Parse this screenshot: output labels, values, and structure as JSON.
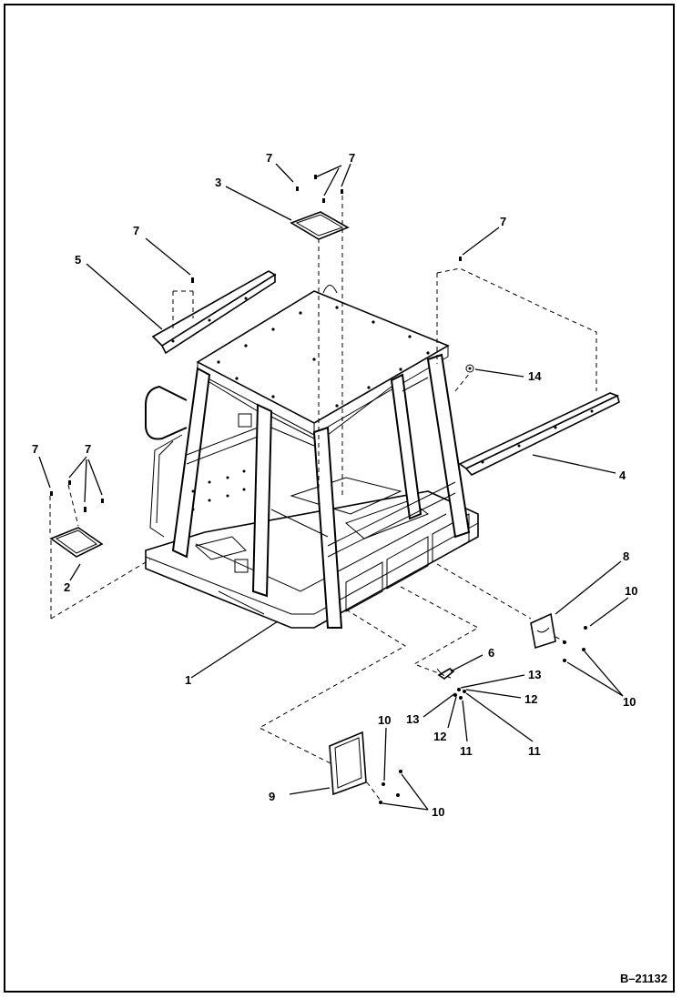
{
  "figure_id": "B–21132",
  "callouts": {
    "c1": "1",
    "c2": "2",
    "c3": "3",
    "c4": "4",
    "c5": "5",
    "c6": "6",
    "c7a": "7",
    "c7b": "7",
    "c7c": "7",
    "c7d": "7",
    "c7e": "7",
    "c7f": "7",
    "c8": "8",
    "c9": "9",
    "c10a": "10",
    "c10b": "10",
    "c10c": "10",
    "c10d": "10",
    "c11a": "11",
    "c11b": "11",
    "c12a": "12",
    "c12b": "12",
    "c13a": "13",
    "c13b": "13",
    "c14": "14"
  }
}
